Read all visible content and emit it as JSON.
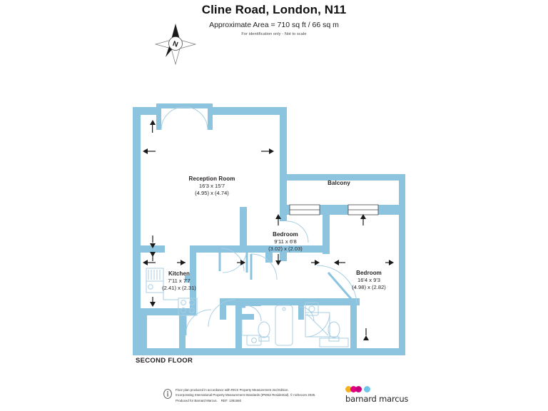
{
  "header": {
    "title": "Cline Road, London, N11",
    "area": "Approximate Area = 710 sq ft / 66 sq m",
    "identification": "For identification only - Not to scale"
  },
  "compass": {
    "north_label": "N",
    "icon": "compass-rose-icon"
  },
  "floor_label": "SECOND FLOOR",
  "rooms": [
    {
      "id": "reception",
      "name": "Reception Room",
      "imperial": "16'3 x 15'7",
      "metric": "(4.95) x (4.74)"
    },
    {
      "id": "balcony",
      "name": "Balcony",
      "imperial": "",
      "metric": ""
    },
    {
      "id": "bedroom1",
      "name": "Bedroom",
      "imperial": "9'11 x 6'8",
      "metric": "(3.02) x (2.03)"
    },
    {
      "id": "bedroom2",
      "name": "Bedroom",
      "imperial": "16'4 x 9'3",
      "metric": "(4.98) x (2.82)"
    },
    {
      "id": "kitchen",
      "name": "Kitchen",
      "imperial": "7'11 x 7'7",
      "metric": "(2.41) x (2.31)"
    }
  ],
  "footer": {
    "line1": "Floor plan produced in accordance with RICS Property Measurement 2nd Edition.",
    "line2": "Incorporating International Property Measurement Standards (IPMS2 Residential).",
    "copyright": "© nichecom 2025.",
    "line3": "Produced for Barnard Marcus.",
    "ref": "REF: 1381660",
    "info_icon": "info-icon"
  },
  "branding": {
    "name": "barnard marcus",
    "dot_colors": [
      "#f0b323",
      "#e5007d",
      "#c8007d",
      "#6fc5e8"
    ]
  },
  "colors": {
    "wall": "#8cc3de",
    "fixture_line": "#8cc3de",
    "text": "#231f20"
  }
}
